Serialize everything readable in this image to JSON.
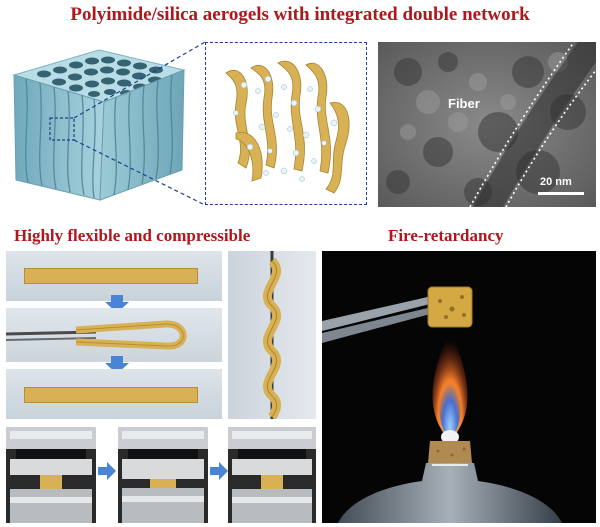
{
  "title": "Polyimide/silica aerogels with integrated double network",
  "sections": {
    "flexible": "Highly flexible and compressible",
    "fire": "Fire-retardancy"
  },
  "tem": {
    "fiber_label": "Fiber",
    "scale_bar_label": "20 nm"
  },
  "colors": {
    "title_red": "#b0161b",
    "aerogel_blue": "#9ecbd8",
    "strip_yellow": "#d9b155",
    "dashed_blue": "#1d3f8f",
    "arrow_blue": "#4a84d6"
  },
  "icons": {
    "flow_arrow": "down-arrow-icon",
    "process_arrow": "right-arrow-icon"
  }
}
